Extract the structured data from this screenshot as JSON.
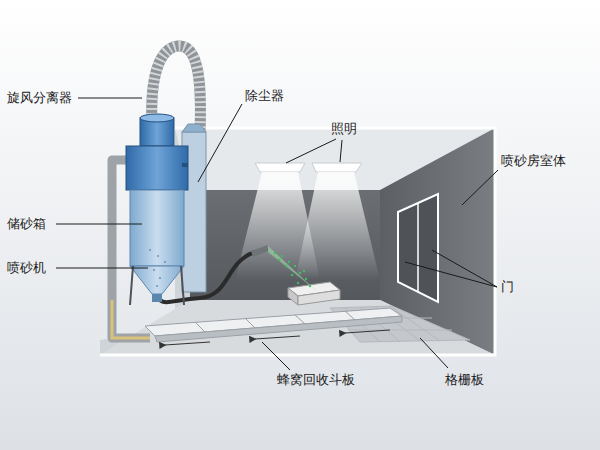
{
  "diagram": {
    "labels": [
      "旋风分离器",
      "除尘器",
      "照明",
      "喷砂房室体",
      "储砂箱",
      "喷砂机",
      "门",
      "蜂窝回收斗板",
      "格栅板"
    ]
  }
}
